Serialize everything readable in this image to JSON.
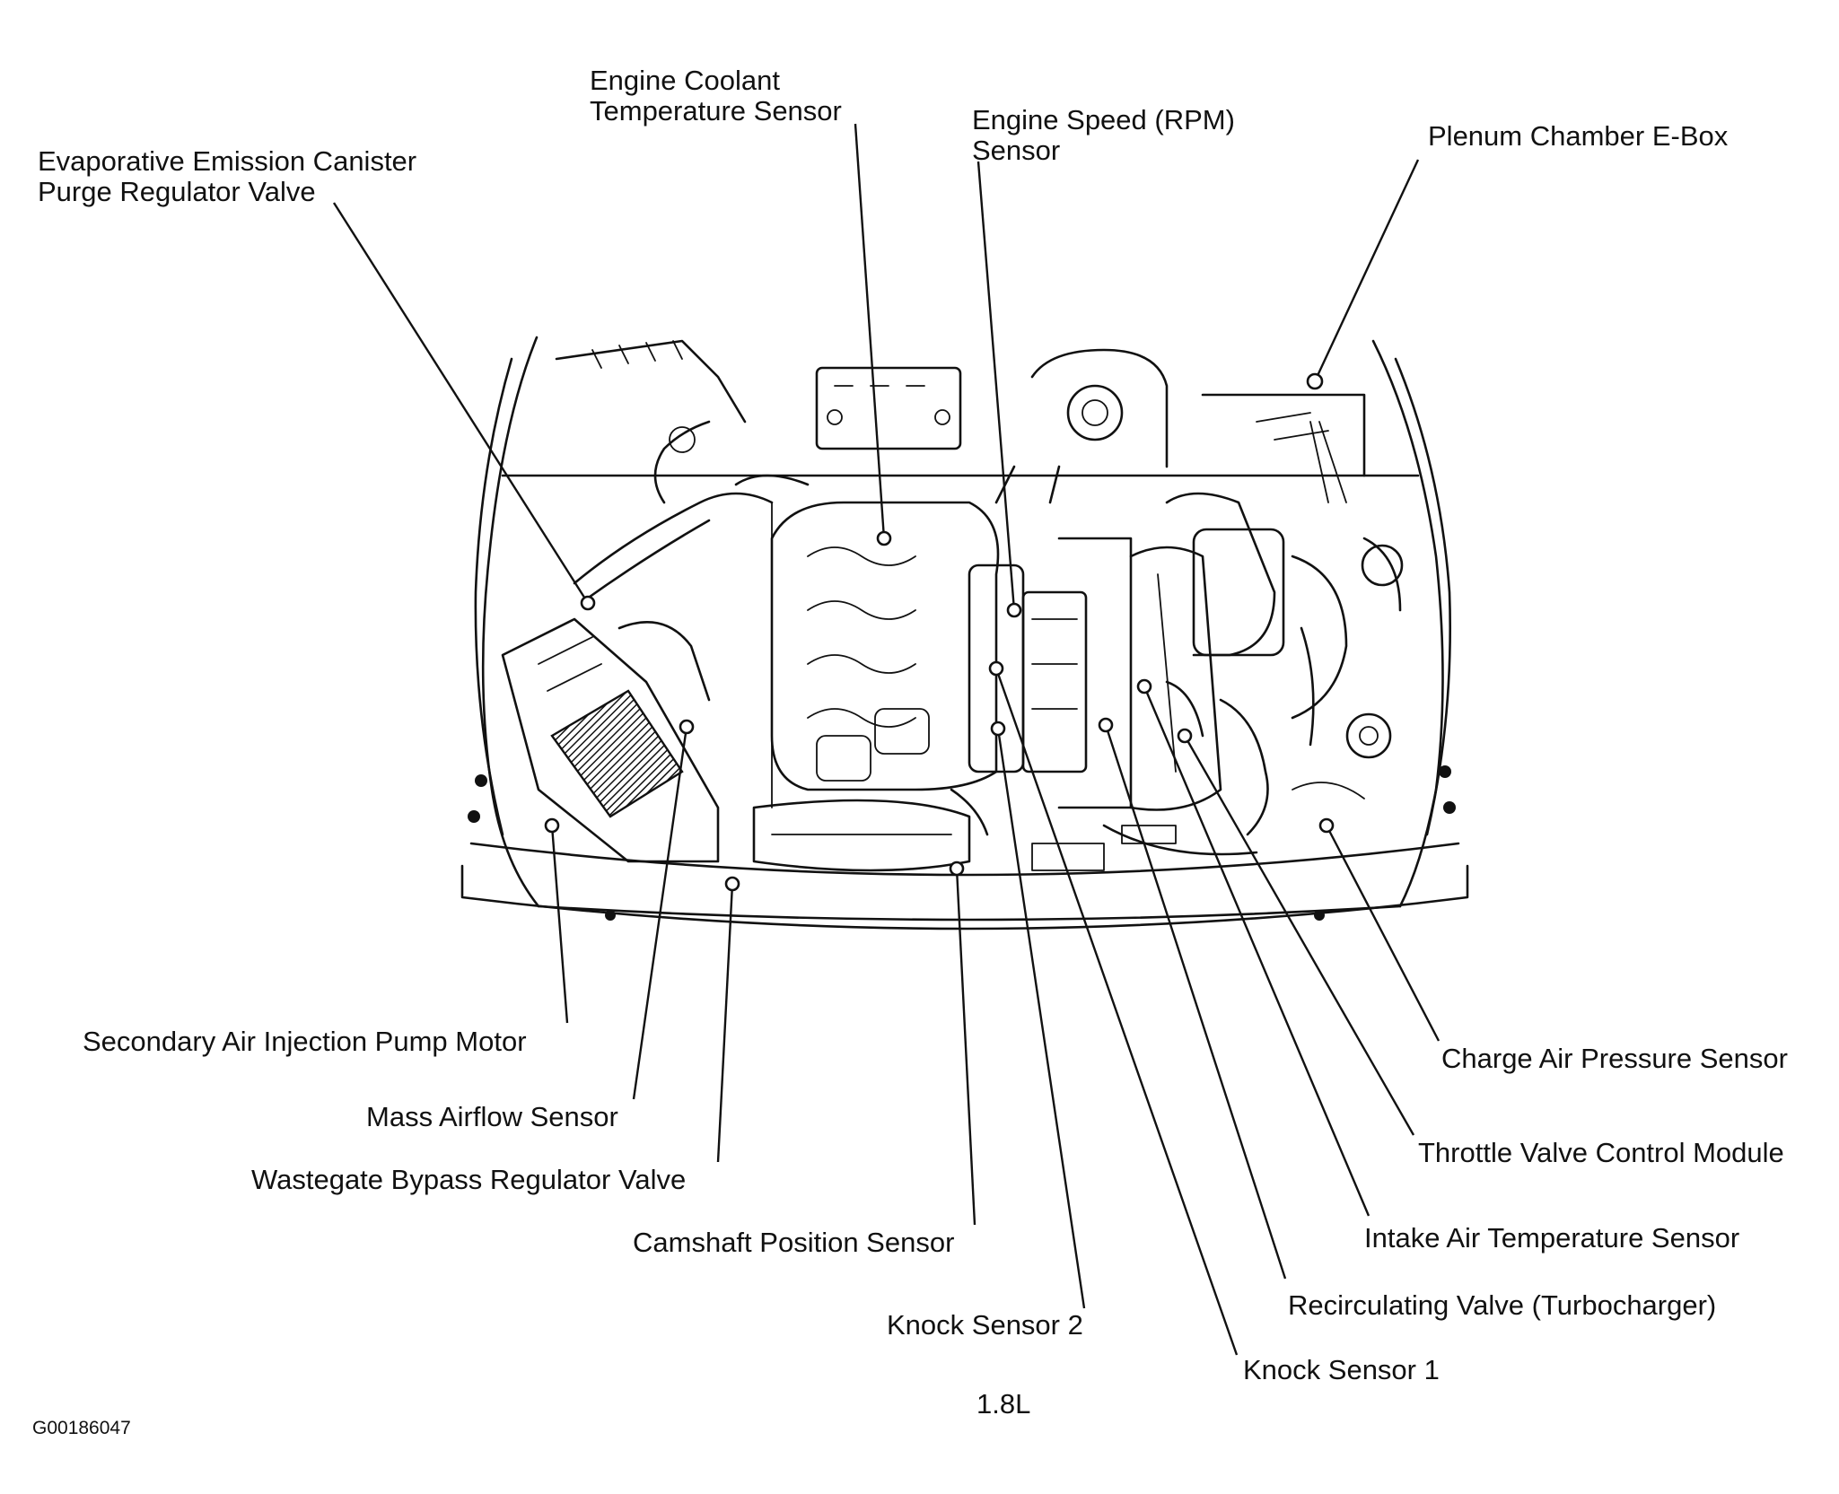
{
  "labels": {
    "evap_purge_valve": [
      "Evaporative Emission Canister",
      "Purge Regulator Valve"
    ],
    "engine_coolant_temp": [
      "Engine Coolant",
      "Temperature Sensor"
    ],
    "engine_speed": [
      "Engine Speed (RPM)",
      "Sensor"
    ],
    "plenum_ebox": [
      "Plenum Chamber E-Box"
    ],
    "secondary_air_pump": [
      "Secondary Air Injection Pump Motor"
    ],
    "mass_airflow": [
      "Mass Airflow Sensor"
    ],
    "wastegate_bypass": [
      "Wastegate Bypass Regulator Valve"
    ],
    "camshaft_position": [
      "Camshaft Position Sensor"
    ],
    "knock_sensor_2": [
      "Knock Sensor 2"
    ],
    "knock_sensor_1": [
      "Knock Sensor 1"
    ],
    "recirculating_valve": [
      "Recirculating Valve (Turbocharger)"
    ],
    "intake_air_temp": [
      "Intake Air Temperature Sensor"
    ],
    "throttle_valve": [
      "Throttle Valve Control Module"
    ],
    "charge_air_pressure": [
      "Charge Air Pressure Sensor"
    ]
  },
  "engine_caption": "1.8L",
  "figure_id": "G00186047"
}
